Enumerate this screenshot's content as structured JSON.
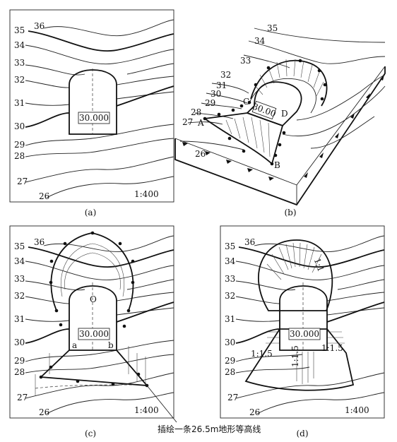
{
  "panels": {
    "a": {
      "caption": "(a)",
      "scale": "1:400",
      "elevation": "30.000",
      "contours": [
        "36",
        "35",
        "34",
        "33",
        "32",
        "31",
        "30",
        "29",
        "28",
        "27",
        "26"
      ]
    },
    "b": {
      "caption": "(b)",
      "elevation": "30.00",
      "contours": [
        "35",
        "34",
        "33",
        "32",
        "31",
        "30",
        "29",
        "28",
        "27",
        "26"
      ],
      "points": [
        "A",
        "B",
        "C",
        "D"
      ]
    },
    "c": {
      "caption": "(c)",
      "scale": "1:400",
      "elevation": "30.000",
      "contours": [
        "36",
        "35",
        "34",
        "33",
        "32",
        "31",
        "30",
        "29",
        "28",
        "27",
        "26"
      ],
      "center_label": "O",
      "corner_a": "a",
      "corner_b": "b"
    },
    "d": {
      "caption": "(d)",
      "scale": "1:400",
      "elevation": "30.000",
      "contours": [
        "36",
        "35",
        "34",
        "33",
        "32",
        "31",
        "30",
        "29",
        "28",
        "27",
        "26"
      ],
      "slope_top": "1:1",
      "slope_left": "1:1.5",
      "slope_right": "1:1.5",
      "slope_bottom": "1:1.5"
    }
  },
  "annotation": "插绘一条26.5m地形等高线"
}
